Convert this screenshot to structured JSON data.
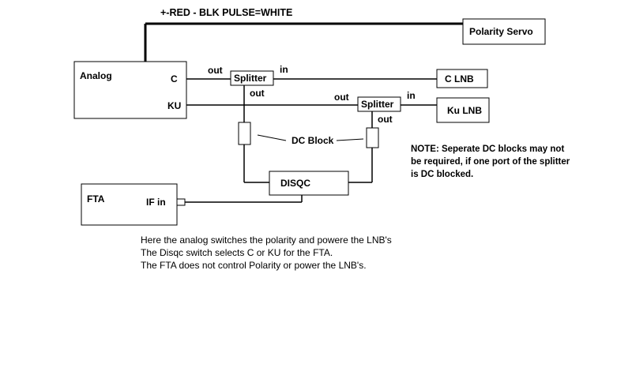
{
  "diagram": {
    "wire_label": "+-RED  - BLK  PULSE=WHITE",
    "boxes": {
      "polarity_servo": "Polarity Servo",
      "analog": "Analog",
      "splitter_1": "Splitter",
      "splitter_2": "Splitter",
      "c_lnb": "C LNB",
      "ku_lnb": "Ku LNB",
      "disqc": "DISQC",
      "fta": "FTA"
    },
    "ports": {
      "analog_c": "C",
      "analog_ku": "KU",
      "splitter1_out_left": "out",
      "splitter1_in": "in",
      "splitter1_out_bottom": "out",
      "splitter2_out_left": "out",
      "splitter2_in": "in",
      "splitter2_out_bottom": "out",
      "fta_if_in": "IF in"
    },
    "dc_block_label": "DC Block",
    "note_lines": [
      "NOTE: Seperate DC blocks may not",
      "be required, if one port of the splitter",
      "is DC blocked."
    ],
    "description_lines": [
      "Here the analog switches the polarity and powere the LNB's",
      "The Disqc switch selects C or KU for the FTA.",
      "The FTA does not control Polarity or power the LNB's."
    ]
  }
}
